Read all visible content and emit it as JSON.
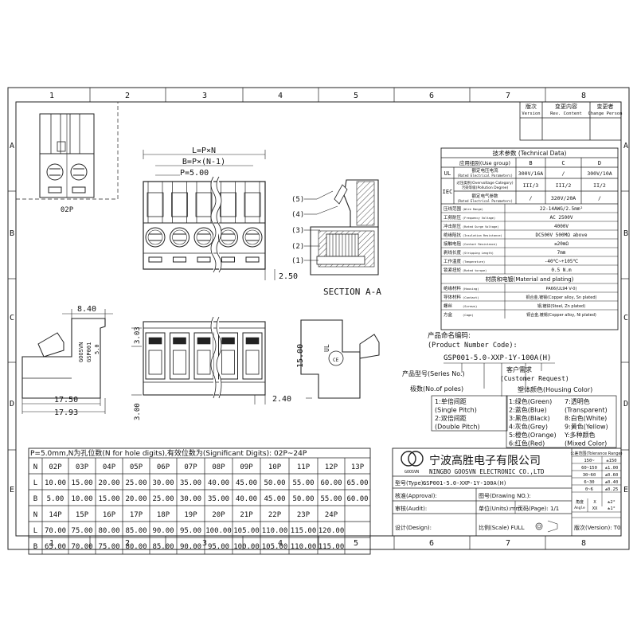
{
  "grid": {
    "cols": [
      "1",
      "2",
      "3",
      "4",
      "5",
      "6",
      "7",
      "8"
    ],
    "rows": [
      "A",
      "B",
      "C",
      "D",
      "E"
    ]
  },
  "revision": {
    "h1": "版次",
    "h1en": "Version",
    "h2": "变更内容",
    "h2en": "Rev. Content",
    "h3": "变更者",
    "h3en": "Change Person"
  },
  "front_view": {
    "label": "02P"
  },
  "dims": {
    "L": "L=P×N",
    "B": "B=P×(N-1)",
    "P": "P=5.00",
    "d250": "2.50",
    "d840": "8.40",
    "d1750": "17.50",
    "d1793": "17.93",
    "d303": "3.03",
    "d300": "3.00",
    "d240": "2.40",
    "d1500": "15.00"
  },
  "section": {
    "title": "SECTION A-A",
    "callouts": [
      "(5)",
      "(4)",
      "(3)",
      "(2)",
      "(1)"
    ]
  },
  "side_text": [
    "GOOSVN",
    "GSP001",
    "5.0"
  ],
  "tech": {
    "title": "技术参数 (Technical Data)",
    "head": [
      "应用组别(Use group)",
      "B",
      "C",
      "D"
    ],
    "ul_label": "UL",
    "ul_row": {
      "label": "额定电压电流",
      "sub": "(Rated Electrical Parameters)",
      "b": "300V/16A",
      "c": "/",
      "d": "300V/10A"
    },
    "iec_label": "IEC",
    "iec_row1": {
      "label": "过压类别(Overvoltage Category)",
      "label2": "污染等级(Pollution Degree)",
      "b": "III/3",
      "c": "III/2",
      "d": "II/2"
    },
    "iec_row2": {
      "label": "额定电气参数",
      "sub": "(Rated Electrical Parameters)",
      "b": "/",
      "c": "320V/20A",
      "d": "/"
    },
    "rows": [
      {
        "label": "压线范围",
        "en": "(Wire Range)",
        "value": "22-14AWG/2.5mm²"
      },
      {
        "label": "工频耐压",
        "en": "(Frequency Voltage)",
        "value": "AC 2500V"
      },
      {
        "label": "冲击耐压",
        "en": "(Rated Surge Voltage)",
        "value": "4000V"
      },
      {
        "label": "绝缘阻抗",
        "en": "(Insulation Resistance)",
        "value": "DC500V 500MΩ above"
      },
      {
        "label": "接触电阻",
        "en": "(Contact Resistance)",
        "value": "≤20mΩ"
      },
      {
        "label": "剥线长度",
        "en": "(Stripping Length)",
        "value": "7mm"
      },
      {
        "label": "工作温度",
        "en": "(Temperature)",
        "value": "-40℃~+105℃"
      },
      {
        "label": "锁紧扭矩",
        "en": "(Rated torque)",
        "value": "0.5 N.m"
      }
    ],
    "mat_title": "材质和电镀(Material and plating)",
    "mat": [
      {
        "label": "绝缘材料",
        "en": "(Housing)",
        "value": "PA66(UL94 V-0)"
      },
      {
        "label": "导体材料",
        "en": "(Contact)",
        "value": "铜合金,镀锡(Copper alloy, Sn plated)"
      },
      {
        "label": "螺丝",
        "en": "(Screws)",
        "value": "钢,镀锌(Steel, Zn plated)"
      },
      {
        "label": "方盒",
        "en": "(Cage)",
        "value": "铜合金,镀锡(Copper alloy, Ni plated)"
      }
    ]
  },
  "pn": {
    "title1": "产品命名编码:",
    "title2": "(Product Number Code):",
    "code": "GSP001-5.0-XXP-1Y-100A(H)",
    "series": "产品型号(Series No.)",
    "poles": "极数(No.of poles)",
    "customer1": "客户需求",
    "customer2": "(Customer Request)",
    "color": "塑体颜色(Housing Color)",
    "pitch": [
      "1:单倍间距",
      "(Single Pitch)",
      "2:双倍间距",
      "(Double Pitch)"
    ],
    "colors_left": [
      "1:绿色(Green)",
      "2:蓝色(Blue)",
      "3:黑色(Black)",
      "4:灰色(Grey)",
      "5:橙色(Orange)",
      "6:红色(Red)"
    ],
    "colors_right": [
      "7:透明色",
      "(Transparent)",
      "8:白色(White)",
      "9:黄色(Yellow)",
      "Y:多种颜色",
      "(Mixed Color)"
    ]
  },
  "table": {
    "caption": "P=5.0mm,N为孔位数(N for hole digits),有效位数为(Significant Digits): 02P~24P",
    "rowA": {
      "heads": [
        "N",
        "02P",
        "03P",
        "04P",
        "05P",
        "06P",
        "07P",
        "08P",
        "09P",
        "10P",
        "11P",
        "12P",
        "13P"
      ],
      "L": [
        "L",
        "10.00",
        "15.00",
        "20.00",
        "25.00",
        "30.00",
        "35.00",
        "40.00",
        "45.00",
        "50.00",
        "55.00",
        "60.00",
        "65.00"
      ],
      "B": [
        "B",
        "5.00",
        "10.00",
        "15.00",
        "20.00",
        "25.00",
        "30.00",
        "35.00",
        "40.00",
        "45.00",
        "50.00",
        "55.00",
        "60.00"
      ]
    },
    "rowB": {
      "heads": [
        "N",
        "14P",
        "15P",
        "16P",
        "17P",
        "18P",
        "19P",
        "20P",
        "21P",
        "22P",
        "23P",
        "24P",
        ""
      ],
      "L": [
        "L",
        "70.00",
        "75.00",
        "80.00",
        "85.00",
        "90.00",
        "95.00",
        "100.00",
        "105.00",
        "110.00",
        "115.00",
        "120.00",
        ""
      ],
      "B": [
        "B",
        "65.00",
        "70.00",
        "75.00",
        "80.00",
        "85.00",
        "90.00",
        "95.00",
        "100.00",
        "105.00",
        "110.00",
        "115.00",
        ""
      ]
    }
  },
  "title_block": {
    "company_cn": "宁波高胜电子有限公司",
    "company_en": "NINGBO GOOSVN ELECTRONIC CO.,LTD",
    "logo": "GOOSVN",
    "type_label": "型号(Type):",
    "type_value": "GSP001-5.0-XXP-1Y-100A(H)",
    "approval": "核准(Approval):",
    "drawing": "图号(Drawing NO.):",
    "audit": "审核(Audit):",
    "units": "单位(Units):mm",
    "page": "页码(Page): 1/1",
    "design": "设计(Design):",
    "scale": "比例(Scale) FULL",
    "version": "版次(Version): T0",
    "tol_head": "公差范围(Tolerance Range)",
    "tol": [
      [
        "150~",
        "±150"
      ],
      [
        "60~150",
        "±1.00"
      ],
      [
        "30~60",
        "±0.60"
      ],
      [
        "6~30",
        "±0.40"
      ],
      [
        "0~6",
        "±0.25"
      ]
    ],
    "angle_label": "角度",
    "angle_sub": "Angle",
    "angle": [
      [
        "X",
        "±2°"
      ],
      [
        "XX",
        "±1°"
      ]
    ]
  }
}
